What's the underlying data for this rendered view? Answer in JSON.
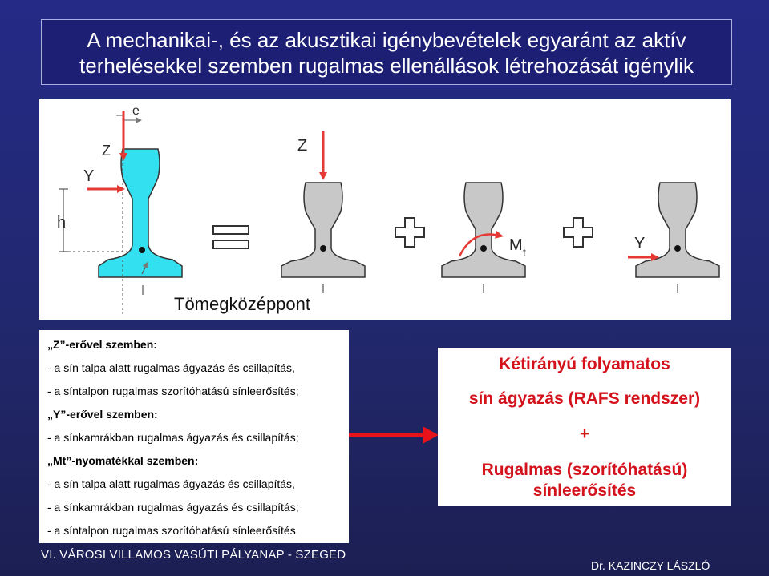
{
  "title": {
    "line1": "A mechanikai-, és az akusztikai igénybevételek egyaránt az aktív",
    "line2": "terhelésekkel szemben rugalmas ellenállások létrehozását igénylik"
  },
  "figure": {
    "label_z_left": "Z",
    "label_z_mid": "Z",
    "label_e": "e",
    "label_y_left": "Y",
    "label_h": "h",
    "label_mt": "M",
    "label_mt_sub": "t",
    "label_y_right": "Y",
    "caption": "Tömegközéppont",
    "colors": {
      "highlight_rail": "#33e0f0",
      "grey_rail": "#c8c8c8",
      "arrow": "#e53935"
    }
  },
  "details": {
    "rows": [
      {
        "text": "„Z”-erővel szemben:",
        "bold": true
      },
      {
        "text": "- a sín talpa alatt rugalmas ágyazás és csillapítás,",
        "bold": false
      },
      {
        "text": "- a  síntalpon rugalmas szorítóhatású sínleerősítés;",
        "bold": false
      },
      {
        "text": "„Y”-erővel szemben:",
        "bold": true
      },
      {
        "text": "- a sínkamrákban rugalmas ágyazás és csillapítás;",
        "bold": false
      },
      {
        "text": "„Mt”-nyomatékkal szemben:",
        "bold": true
      },
      {
        "text": "- a sín talpa alatt rugalmas ágyazás és csillapítás,",
        "bold": false
      },
      {
        "text": "- a sínkamrákban rugalmas ágyazás és csillapítás;",
        "bold": false
      },
      {
        "text": "- a síntalpon rugalmas szorítóhatású sínleerősítés",
        "bold": false
      }
    ]
  },
  "summary": {
    "line1": "Kétirányú folyamatos",
    "line2": "sín ágyazás (RAFS rendszer)",
    "plus": "+",
    "line3": "Rugalmas (szorítóhatású)",
    "line4": "sínleerősítés",
    "color": "#d4121c"
  },
  "footer": {
    "left": "VI. VÁROSI VILLAMOS VASÚTI PÁLYANAP - SZEGED",
    "right": "Dr. KAZINCZY LÁSZLÓ"
  }
}
